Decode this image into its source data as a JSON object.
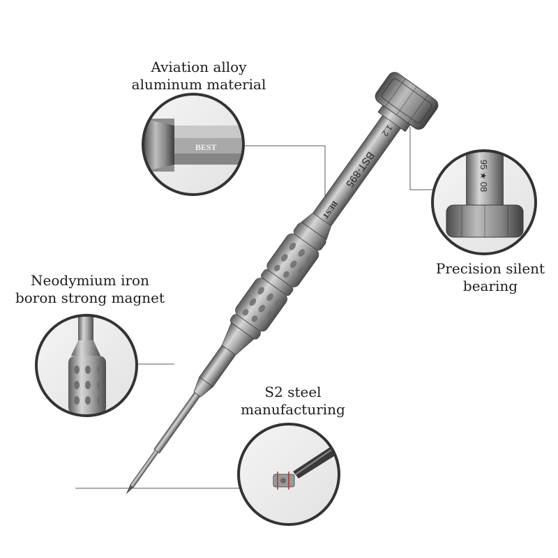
{
  "callouts": {
    "aviation": {
      "line1": "Aviation alloy",
      "line2": "aluminum material"
    },
    "magnet": {
      "line1": "Neodymium iron",
      "line2": "boron strong magnet"
    },
    "bearing": {
      "line1": "Precision silent",
      "line2": "bearing"
    },
    "s2": {
      "line1": "S2 steel",
      "line2": "manufacturing"
    }
  },
  "engraving": {
    "brand": "BEST",
    "model": "BST-895",
    "size": "1.2",
    "bearing_mark_a": "95",
    "bearing_mark_b": "08"
  },
  "colors": {
    "metal_light": "#c9c9c9",
    "metal_mid": "#8e8e8e",
    "metal_dark": "#4d4d4d",
    "circle_border": "#3a3a3a",
    "line": "#555555"
  }
}
